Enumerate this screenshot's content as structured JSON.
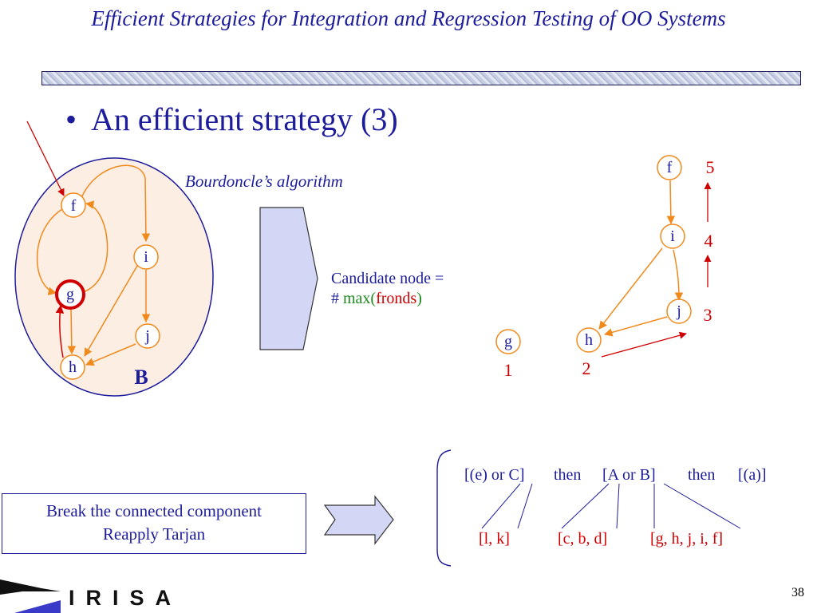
{
  "slide": {
    "title": "Efficient Strategies for Integration and Regression Testing of OO Systems",
    "bullet": "An efficient strategy (3)",
    "page_number": "38",
    "logo_text": "IRISA"
  },
  "left_graph": {
    "component_label": "B",
    "nodes": [
      "f",
      "g",
      "h",
      "i",
      "j"
    ]
  },
  "algorithm_label": "Bourdoncle’s algorithm",
  "candidate": {
    "line1": "Candidate node =",
    "hash": "# ",
    "max": "max(",
    "fronds": "fronds",
    "close": ")"
  },
  "right_graph": {
    "nodes": [
      "f",
      "i",
      "j",
      "h",
      "g"
    ],
    "order_labels": [
      "5",
      "4",
      "3",
      "2",
      "1"
    ]
  },
  "break_box": {
    "line1": "Break the connected component",
    "line2": "Reapply Tarjan"
  },
  "bracket_expr": {
    "items": [
      "[(e) or C]",
      "then",
      "[A or B]",
      "then",
      "[(a)]"
    ],
    "results": [
      "[l, k]",
      "[c, b, d]",
      "[g, h, j, i, f]"
    ]
  },
  "colors": {
    "title_blue": "#1c1c9c",
    "edge_orange": "#f08a1c",
    "highlight_red": "#d00000",
    "component_fill": "#fdeee4",
    "arrow_fill": "#d4d6f6"
  }
}
